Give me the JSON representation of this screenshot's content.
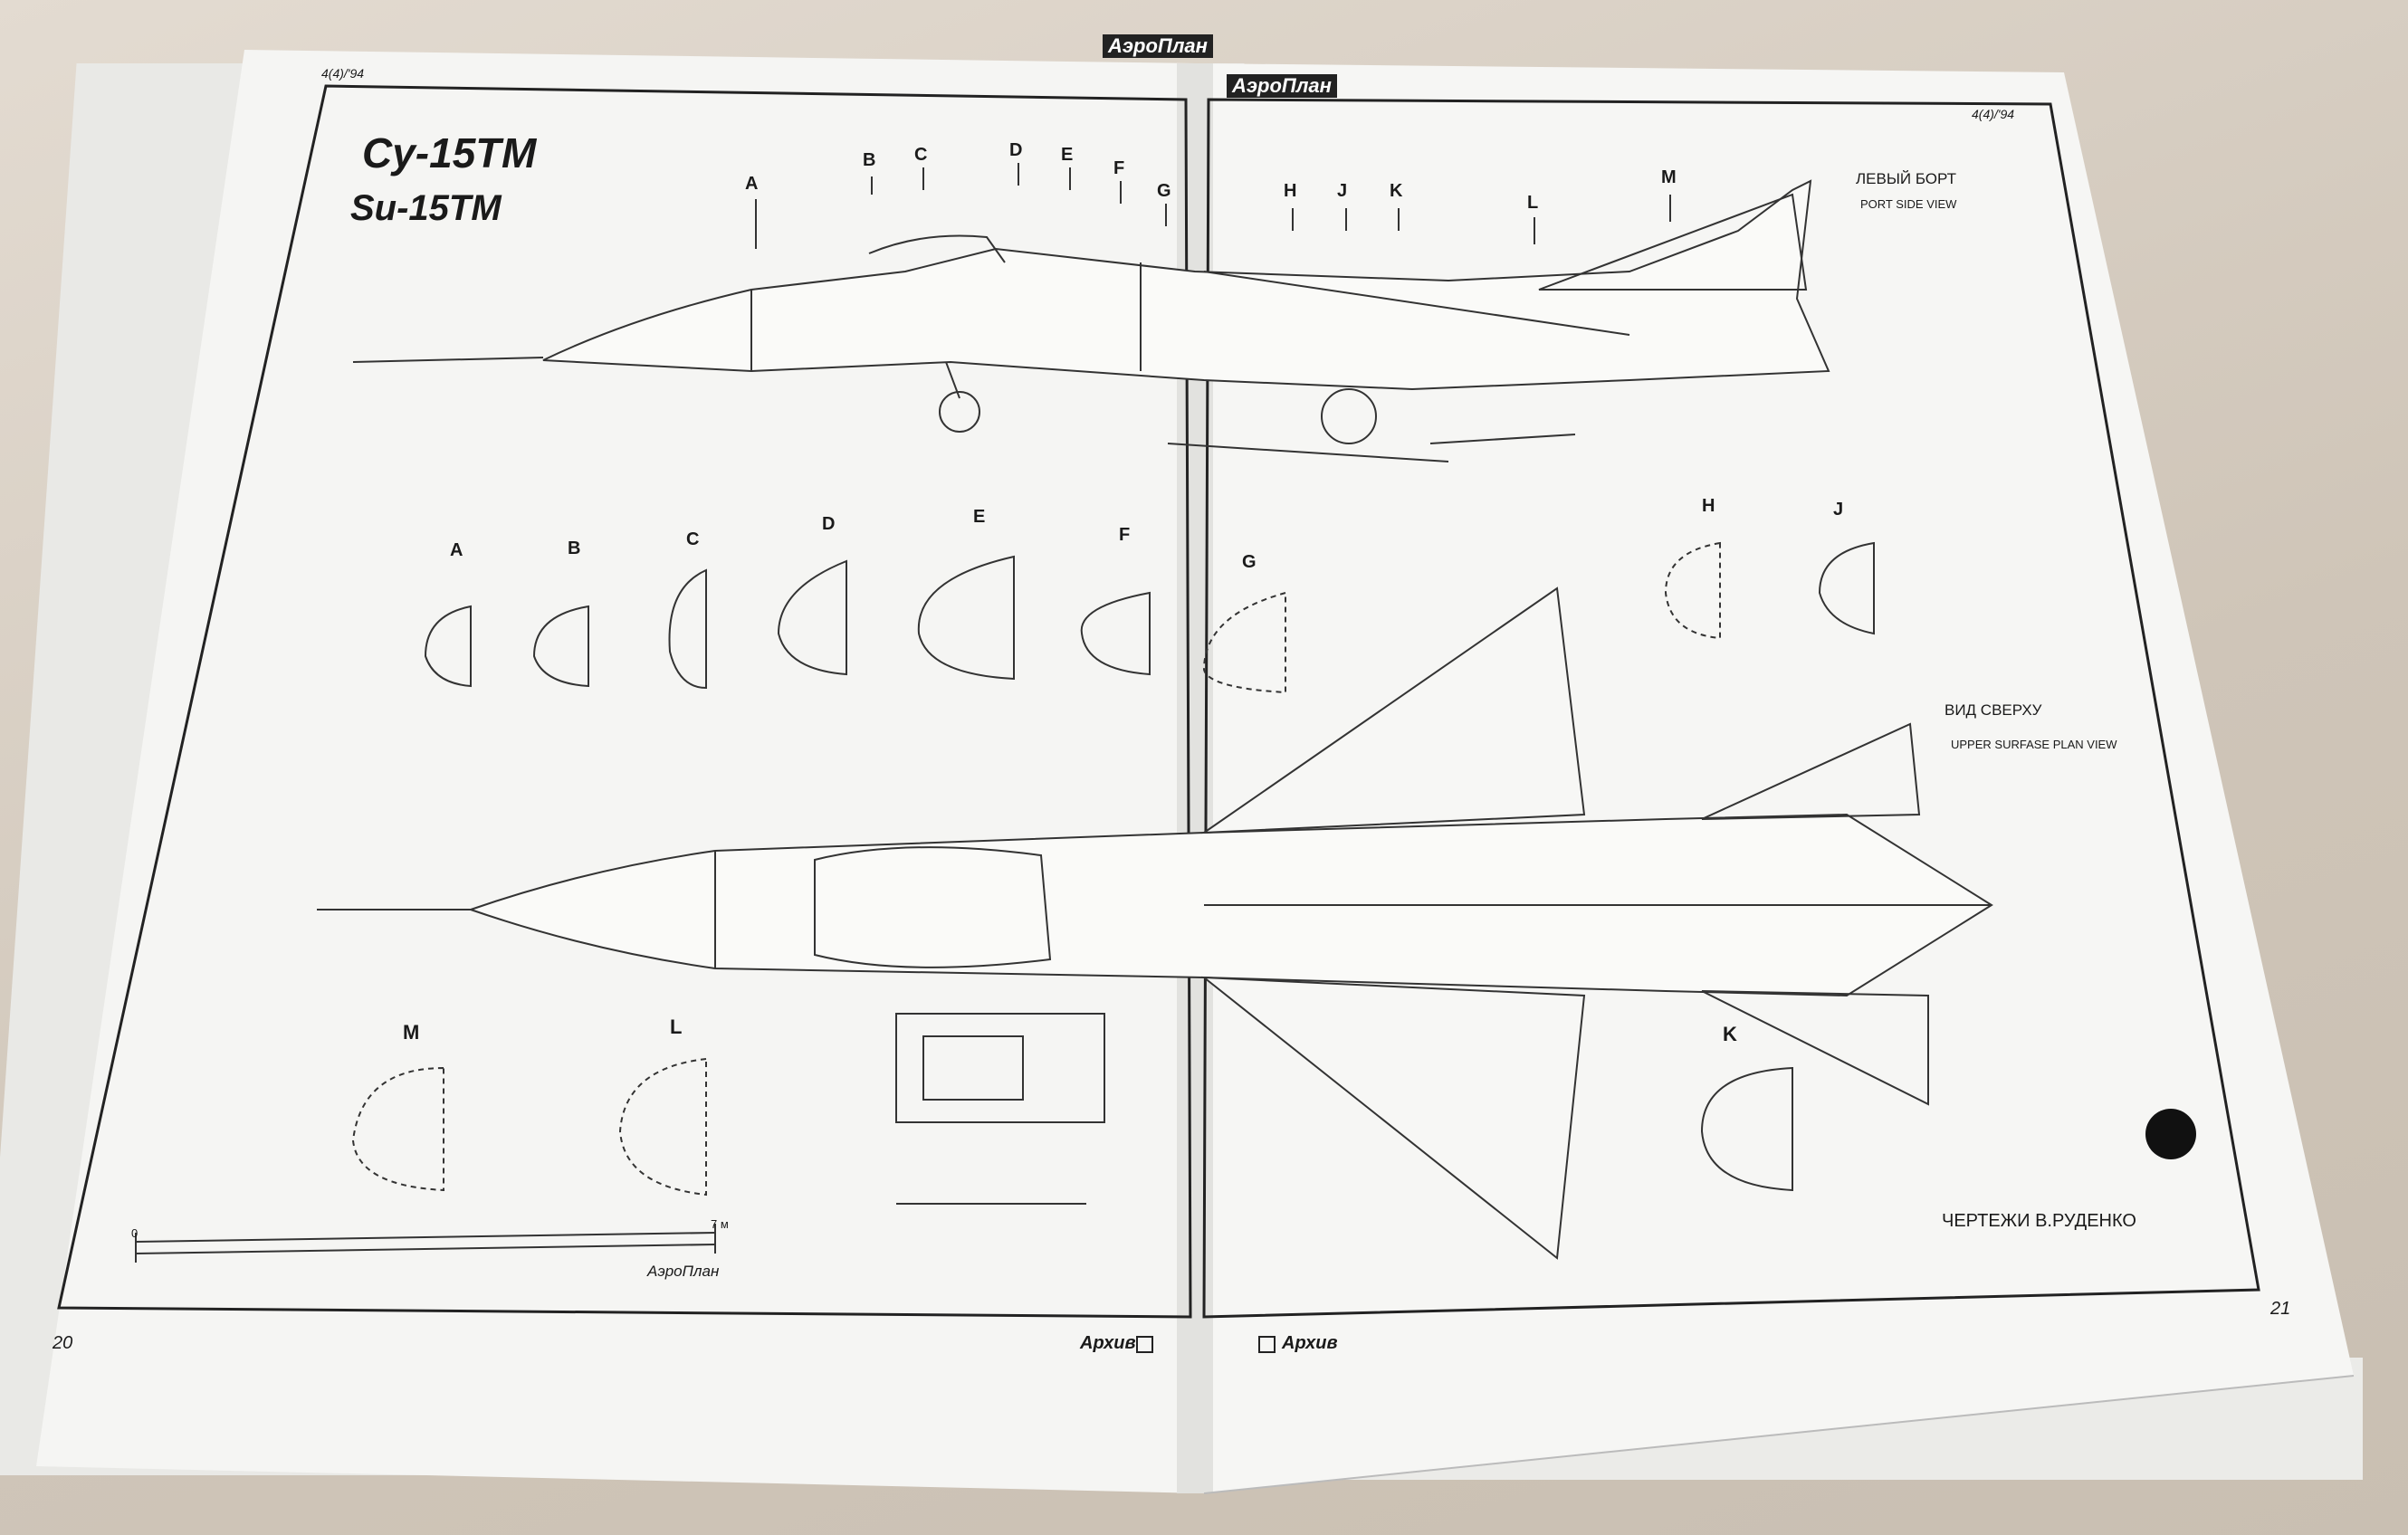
{
  "magazine": {
    "issue_left": "4(4)/'94",
    "issue_right": "4(4)/'94",
    "brand_left": "АэроПлан",
    "brand_right": "АэроПлан",
    "page_left": "20",
    "page_right": "21",
    "section_left": "Архив",
    "section_right": "Архив"
  },
  "drawing": {
    "title_ru": "Су-15ТМ",
    "title_en": "Su-15TM",
    "side_view_ru": "ЛЕВЫЙ БОРТ",
    "side_view_en": "PORT SIDE VIEW",
    "top_view_ru": "ВИД СВЕРХУ",
    "top_view_en": "UPPER SURFASE PLAN VIEW",
    "credit": "ЧЕРТЕЖИ  В.РУДЕНКО",
    "scale_start": "0",
    "scale_end": "7 м",
    "scale_brand": "АэроПлан",
    "station_labels": [
      "A",
      "B",
      "C",
      "D",
      "E",
      "F",
      "G",
      "H",
      "J",
      "K",
      "L",
      "M"
    ],
    "section_row_labels": [
      "A",
      "B",
      "C",
      "D",
      "E",
      "F",
      "G"
    ],
    "section_hj": [
      "H",
      "J"
    ],
    "section_ml": [
      "M",
      "L"
    ],
    "section_k": "K"
  }
}
